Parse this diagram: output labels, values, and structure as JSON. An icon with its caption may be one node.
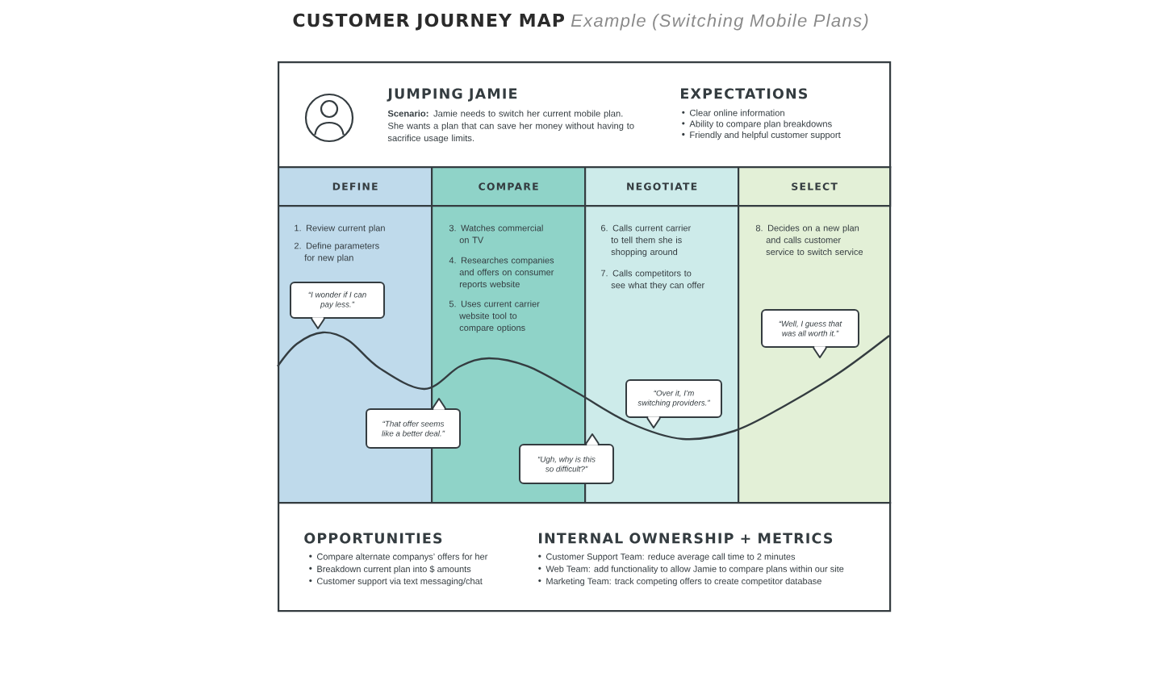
{
  "diagram": {
    "title": "**CUSTOMER JOURNEY MAP** *Example (Switching Mobile Plans)*",
    "nodes": [
      {
        "text": [
          "JUMPING JAMIE",
          "**Scenario:** Jamie needs to switch her current mobile plan. She wants a plan that can save her money without having to sacrifice usage limits.",
          "EXPECTATIONS",
          "Clear online information",
          "Ability to compare plan breakdowns",
          "Friendly and helpful customer support"
        ]
      },
      {
        "text": [
          "DEFINE",
          "1. Review current plan",
          "2. Define parameters for new plan"
        ]
      },
      {
        "text": [
          "COMPARE",
          "3. Watches commercial on TV",
          "4. Researches companies and offers on consumer reports website",
          "5. Uses current carrier website tool to compare options"
        ]
      },
      {
        "text": [
          "NEGOTIATE",
          "6. Calls current carrier to tell them she is shopping around",
          "7. Calls competitors to see what they can offer"
        ]
      },
      {
        "text": [
          "SELECT",
          "8. Decides on a new plan and calls customer service to switch service"
        ]
      },
      {
        "text": [
          "“I wonder if I can pay less.”"
        ],
        "in": 1
      },
      {
        "text": [
          "“That offer seems like a better deal.”"
        ]
      },
      {
        "text": [
          "“Ugh, why is this so difficult?”"
        ]
      },
      {
        "text": [
          "“Over it, I’m switching providers.”"
        ],
        "in": 3
      },
      {
        "text": [
          "“Well, I guess that was all worth it.”"
        ],
        "in": 4
      },
      {
        "text": [
          "OPPORTUNITIES",
          "Compare alternate companys’ offers for her",
          "Breakdown current plan into $ amounts",
          "Customer support via text messaging/chat",
          "INTERNAL OWNERSHIP + METRICS",
          "Customer Support Team: reduce average call time to 2 minutes",
          "Web Team: add functionality to allow Jamie to compare plans within our site",
          "Marketing Team: track competing offers to create competitor database"
        ]
      }
    ]
  }
}
